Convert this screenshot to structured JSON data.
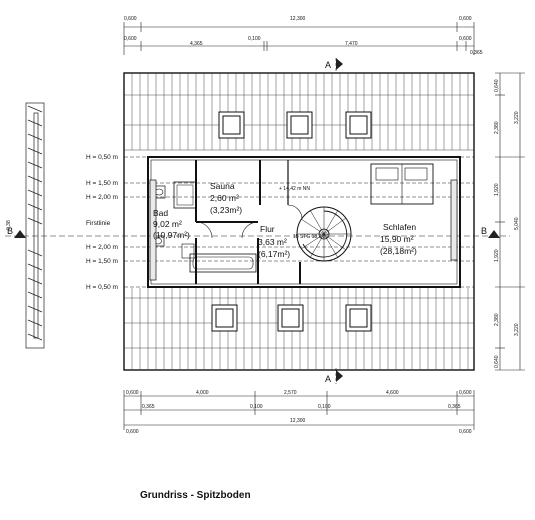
{
  "caption": "Grundriss - Spitzboden",
  "section_marks": {
    "top": "A",
    "bottom": "A",
    "left": "B",
    "right": "B"
  },
  "dims_top": {
    "row1": {
      "left": "0,600",
      "center": "12,300",
      "right": "0,600"
    },
    "row2": {
      "a": "0,600",
      "b": "4,365",
      "c": "0,100",
      "d": "7,470",
      "e": "0,600",
      "f": "0,365"
    }
  },
  "dims_bottom": {
    "row1": {
      "a": "0,600",
      "b": "4,000",
      "c": "2,570",
      "d": "4,600",
      "e": "0,600"
    },
    "row2": {
      "a": "0,365",
      "b": "0,100",
      "c": "0,100",
      "d": "0,365"
    },
    "row3": {
      "left": "0,600",
      "center": "12,300",
      "right": "0,600"
    }
  },
  "dims_right": {
    "inner": [
      "0,640",
      "2,380",
      "1,920",
      "1,920",
      "2,380",
      "0,640"
    ],
    "outer": [
      "3,220",
      "5,040",
      "3,220"
    ]
  },
  "levels": [
    "H = 0,50 m",
    "H = 1,50 m",
    "H = 2,00 m",
    "Firstlinie",
    "H = 2,00 m",
    "H = 1,50 m",
    "H = 0,50 m"
  ],
  "rooms": {
    "bad": {
      "name": "Bad",
      "area1": "9,02 m²",
      "area2": "(10,97m²)"
    },
    "sauna": {
      "name": "Sauna",
      "area1": "2,60 m²",
      "area2": "(3,23m²)"
    },
    "flur": {
      "name": "Flur",
      "area1": "3,63 m²",
      "area2": "(6,17m²)"
    },
    "schlafen": {
      "name": "Schlafen",
      "area1": "15,90 m²",
      "area2": "(28,18m²)"
    }
  },
  "stair_label": "15 STG 18,7/27",
  "elevation_note": "+ 14,42 m NN"
}
